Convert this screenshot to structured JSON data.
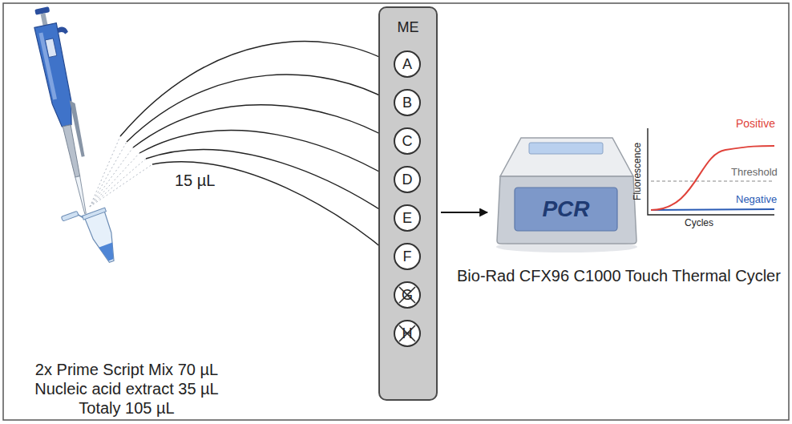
{
  "diagram": {
    "nodes": [
      {
        "text": [
          "ME"
        ]
      },
      {
        "text": [
          "A"
        ],
        "in": 0
      },
      {
        "text": [
          "B"
        ],
        "in": 0
      },
      {
        "text": [
          "C"
        ],
        "in": 0
      },
      {
        "text": [
          "D"
        ],
        "in": 0
      },
      {
        "text": [
          "E"
        ],
        "in": 0
      },
      {
        "text": [
          "F"
        ],
        "in": 0
      },
      {
        "text": [
          "G"
        ],
        "in": 0
      },
      {
        "text": [
          "H"
        ],
        "in": 0
      },
      {
        "text": [
          "PCR"
        ]
      }
    ],
    "edges": [
      {
        "from": 0,
        "to": 9,
        "arrow": "to"
      }
    ],
    "labels": [
      "15 µL",
      "2x Prime Script Mix 70 µL",
      "Nucleic acid extract 35 µL",
      "Totaly 105 µL",
      "Bio-Rad CFX96 C1000 Touch Thermal Cycler",
      "Fluorescence",
      "Cycles",
      "Positive",
      "Threshold",
      "Negative"
    ]
  }
}
